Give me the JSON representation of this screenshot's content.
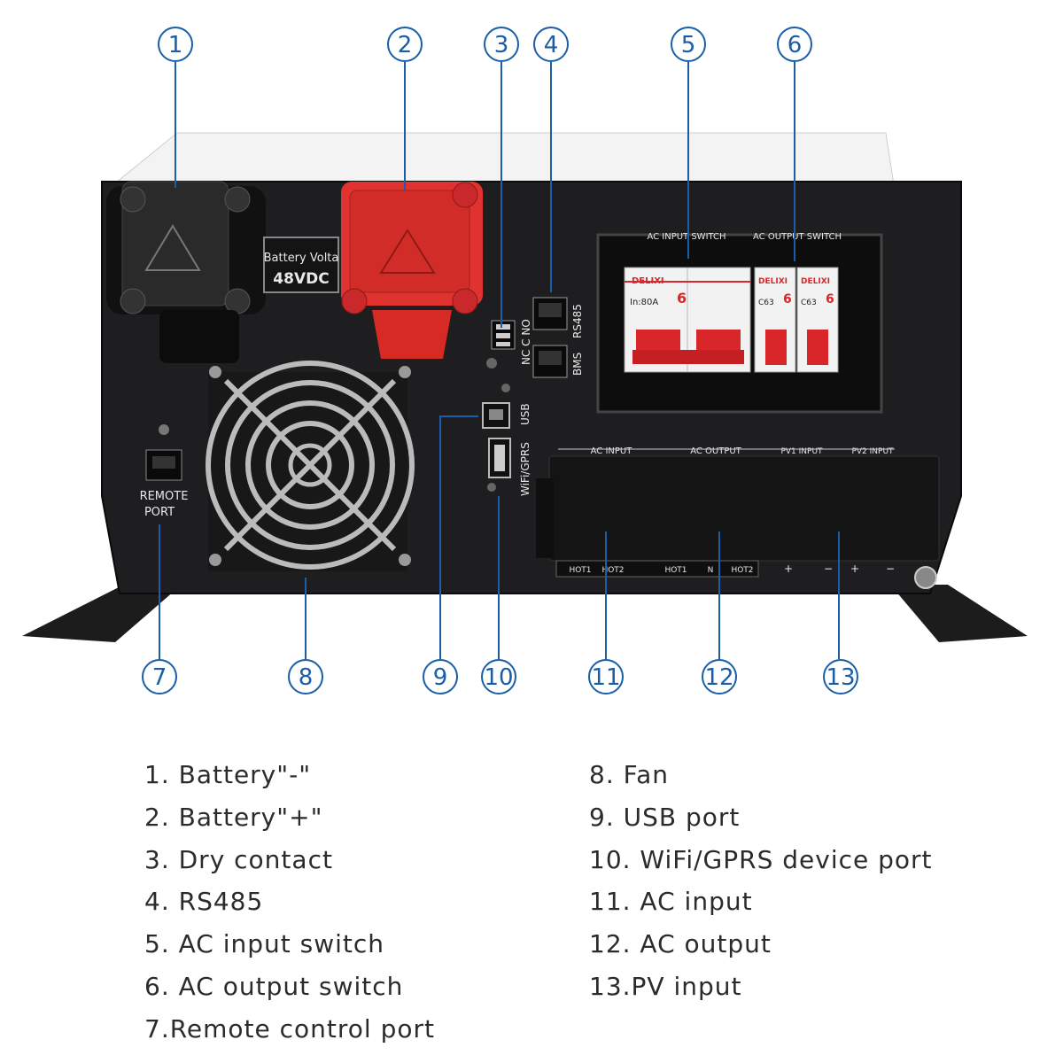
{
  "callouts": [
    "1",
    "2",
    "3",
    "4",
    "5",
    "6",
    "7",
    "8",
    "9",
    "10",
    "11",
    "12",
    "13"
  ],
  "device_labels": {
    "battery_voltage_line1": "Battery Volta",
    "battery_voltage_line2": "48VDC",
    "ac_input_switch": "AC INPUT SWITCH",
    "ac_output_switch": "AC OUTPUT SWITCH",
    "rs485": "RS485",
    "bms": "BMS",
    "dry_contact": "NC C NO",
    "usb": "USB",
    "wifi_gprs": "WiFi/GPRS",
    "remote_port_line1": "REMOTE",
    "remote_port_line2": "PORT",
    "ac_input": "AC INPUT",
    "ac_output": "AC OUTPUT",
    "pv1_input": "PV1 INPUT",
    "pv2_input": "PV2 INPUT",
    "breaker_brand": "DELIXI",
    "breaker_input_rating": "In:80A",
    "breaker_output_rating": "C63",
    "breaker_digit": "6",
    "terminal_hot1": "HOT1",
    "terminal_hot2": "HOT2",
    "terminal_n": "N",
    "terminal_plus": "+",
    "terminal_minus": "−"
  },
  "legend_left": [
    "1. Battery\"-\"",
    "2. Battery\"+\"",
    "3. Dry contact",
    "4. RS485",
    "5. AC input switch",
    "6. AC output switch",
    "7.Remote control port"
  ],
  "legend_right": [
    "8. Fan",
    "9. USB port",
    "10. WiFi/GPRS device port",
    "11. AC input",
    "12. AC output",
    "13.PV input"
  ],
  "colors": {
    "callout": "#1a5ea8",
    "panel": "#1d1d1f",
    "battery_positive": "#e0332f",
    "breaker_handle": "#d9262b",
    "housing": "#f2f2f2"
  }
}
